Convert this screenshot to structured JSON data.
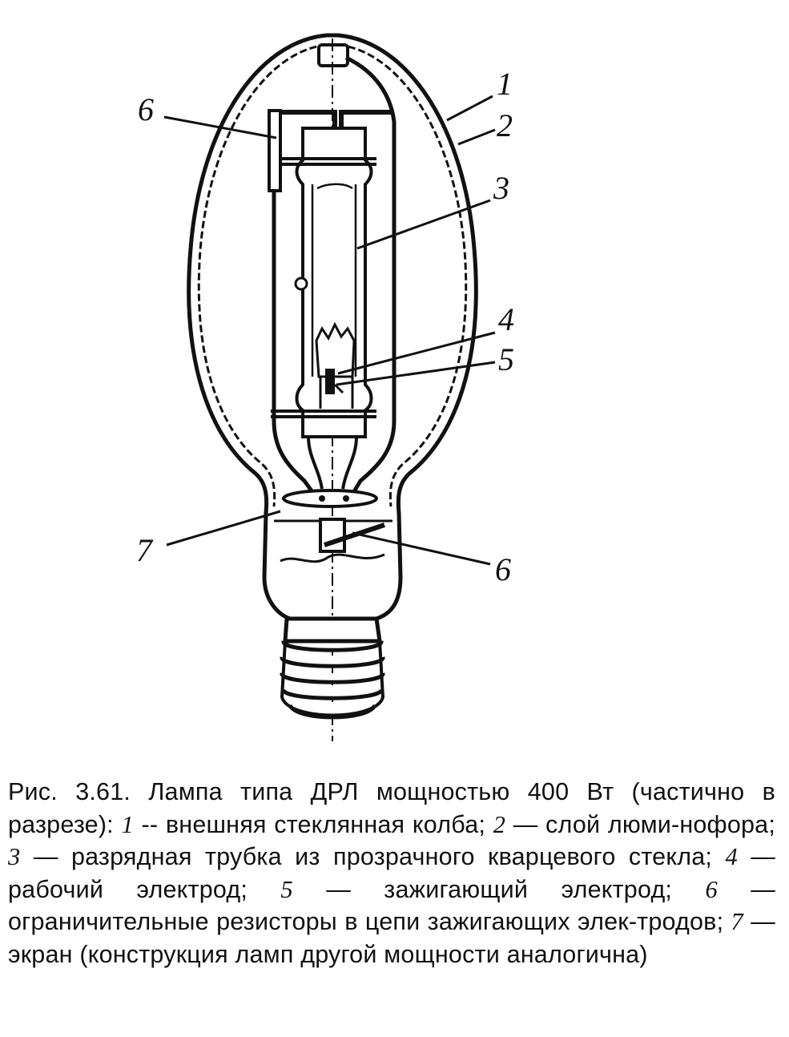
{
  "figure": {
    "callouts": {
      "c1": "1",
      "c2": "2",
      "c3": "3",
      "c4": "4",
      "c5": "5",
      "c6_top": "6",
      "c7": "7",
      "c6_bottom": "6"
    }
  },
  "caption": {
    "lead": "Рис. 3.61. Лампа типа ДРЛ мощностью 400 Вт (частично в разрезе): ",
    "n1": "1",
    "t1": " -- внешняя стеклянная колба; ",
    "n2": "2",
    "t2": " — слой люми-нофора; ",
    "n3": "3",
    "t3": " — разрядная трубка из прозрачного кварцевого стекла; ",
    "n4": "4",
    "t4": " — рабочий электрод; ",
    "n5": "5",
    "t5": " — зажигающий электрод; ",
    "n6": "6",
    "t6": " — ограничительные резисторы в цепи зажигающих элек-тродов; ",
    "n7": "7",
    "t7": " — экран (конструкция ламп другой мощности аналогична)"
  }
}
